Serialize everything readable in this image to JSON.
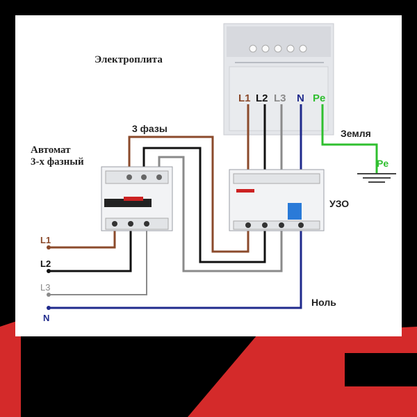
{
  "title": "Электроплита",
  "breaker_label_line1": "Автомат",
  "breaker_label_line2": "3-х фазный",
  "phases_label": "3 фазы",
  "earth_label": "Земля",
  "rcd_label": "УЗО",
  "neutral_label": "Ноль",
  "stove_terminals": [
    "L1",
    "L2",
    "L3",
    "N",
    "Pe"
  ],
  "ground_terminal": "Pe",
  "supply_lines": [
    "L1",
    "L2",
    "L3",
    "N"
  ],
  "colors": {
    "L1": "#8b4a2b",
    "L2": "#111111",
    "L3": "#8a8a8a",
    "N": "#1f2a8c",
    "Pe": "#2fbf2f",
    "accent_red": "#d42a2a"
  }
}
